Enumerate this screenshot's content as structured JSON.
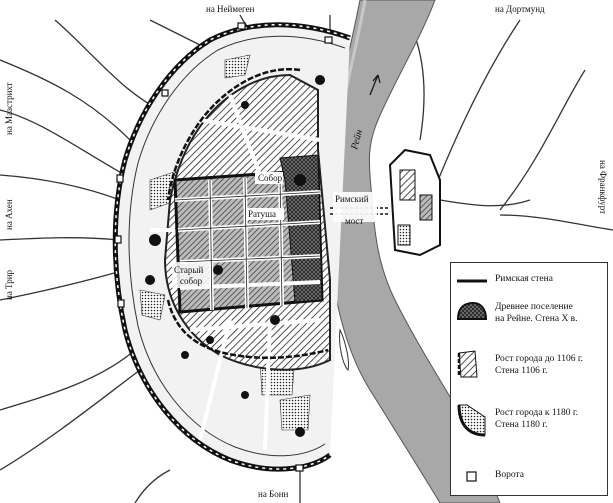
{
  "roads": {
    "north": "на Неймеген",
    "northeast": "на Дортмунд",
    "west_upper": "на Маастрихт",
    "west_mid": "на Ахен",
    "west_lower": "на Трир",
    "south": "на Бонн",
    "east": "на Франкфурт"
  },
  "river": "Рейн",
  "places": {
    "cathedral": "Собор",
    "town_hall": "Ратуша",
    "old_cathedral": "Старый\nсобор",
    "bridge": "Римский\nмост"
  },
  "legend": [
    {
      "symbol": "roman-wall",
      "text": "Римская стена"
    },
    {
      "symbol": "ancient-settlement",
      "text": "Древнее поселение\nна Рейне. Стена X в."
    },
    {
      "symbol": "growth-1106",
      "text": "Рост города до 1106 г.\nСтена 1106 г."
    },
    {
      "symbol": "growth-1180",
      "text": "Рост города к 1180 г.\nСтена 1180 г."
    },
    {
      "symbol": "gate",
      "text": "Ворота"
    }
  ]
}
